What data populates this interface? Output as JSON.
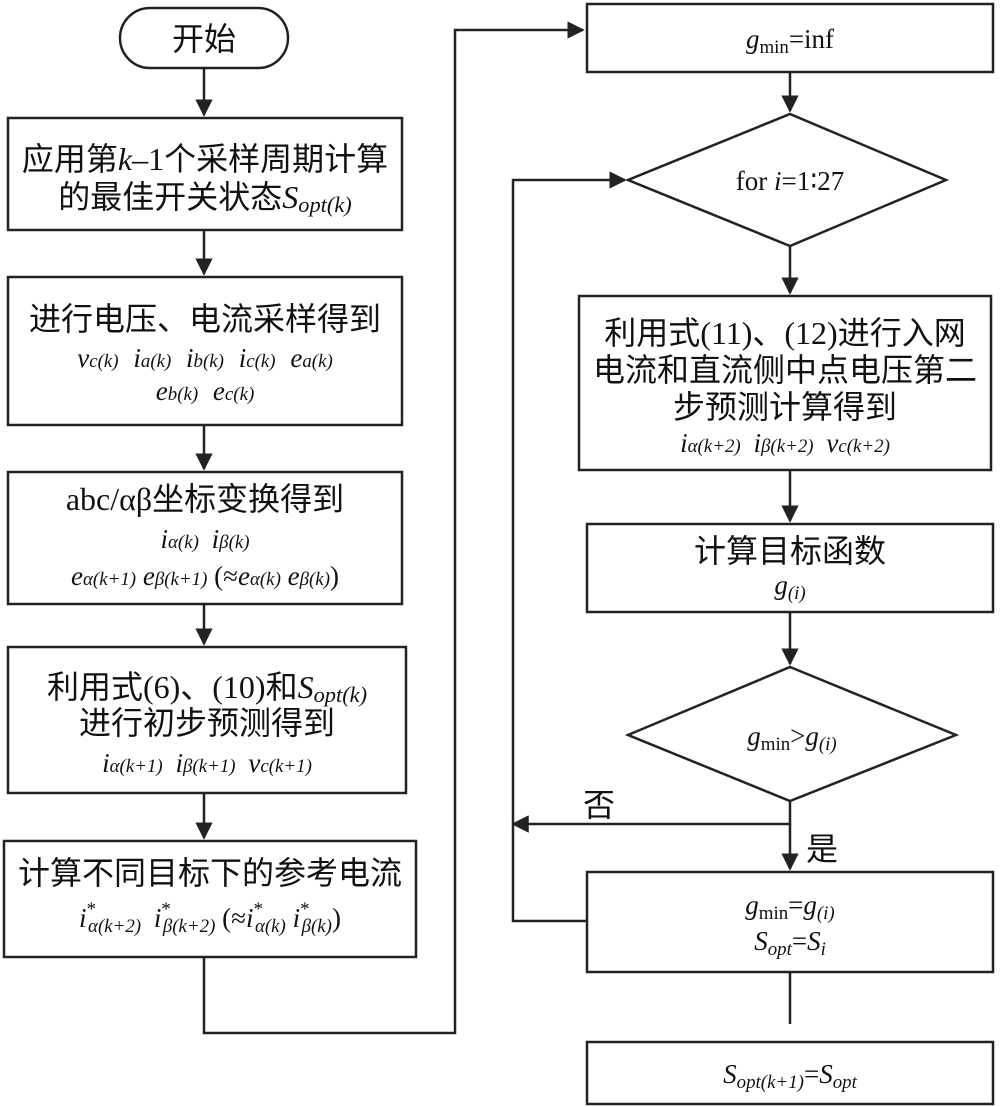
{
  "nodes": {
    "start": "开始",
    "apply_1": "应用第",
    "apply_k": "k",
    "apply_2": "–1个采样周期计算",
    "apply_3": "的最佳开关状态",
    "sample": "进行电压、电流采样得到",
    "transform": "abc/αβ坐标变换得到",
    "first_pred_1": "利用式(6)、(10)和",
    "first_pred_2": "进行初步预测得到",
    "ref_current": "计算不同目标下的参考电流",
    "gmin_init": "=inf",
    "loop": "for",
    "loop_range": "=1∶27",
    "second_pred_1": "利用式(11)、(12)进行入网",
    "second_pred_2": "电流和直流侧中点电压第二",
    "second_pred_3": "步预测计算得到",
    "objective": "计算目标函数",
    "no": "否",
    "yes": "是"
  },
  "symbols": {
    "g": "g",
    "min": "min",
    "i": "i",
    "S": "S",
    "opt": "opt",
    "opt_k": "opt(k)",
    "opt_k1": "opt(k+1)",
    "v": "v",
    "e": "e",
    "k": "(k)",
    "k1": "(k+1)",
    "k2": "(k+2)",
    "a": "a",
    "b": "b",
    "c": "c",
    "alpha": "α",
    "beta": "β",
    "star": "*",
    "eq": "=",
    "gt": ">",
    "approx": "(≈",
    "close": ")",
    "i_par": "(i)"
  }
}
